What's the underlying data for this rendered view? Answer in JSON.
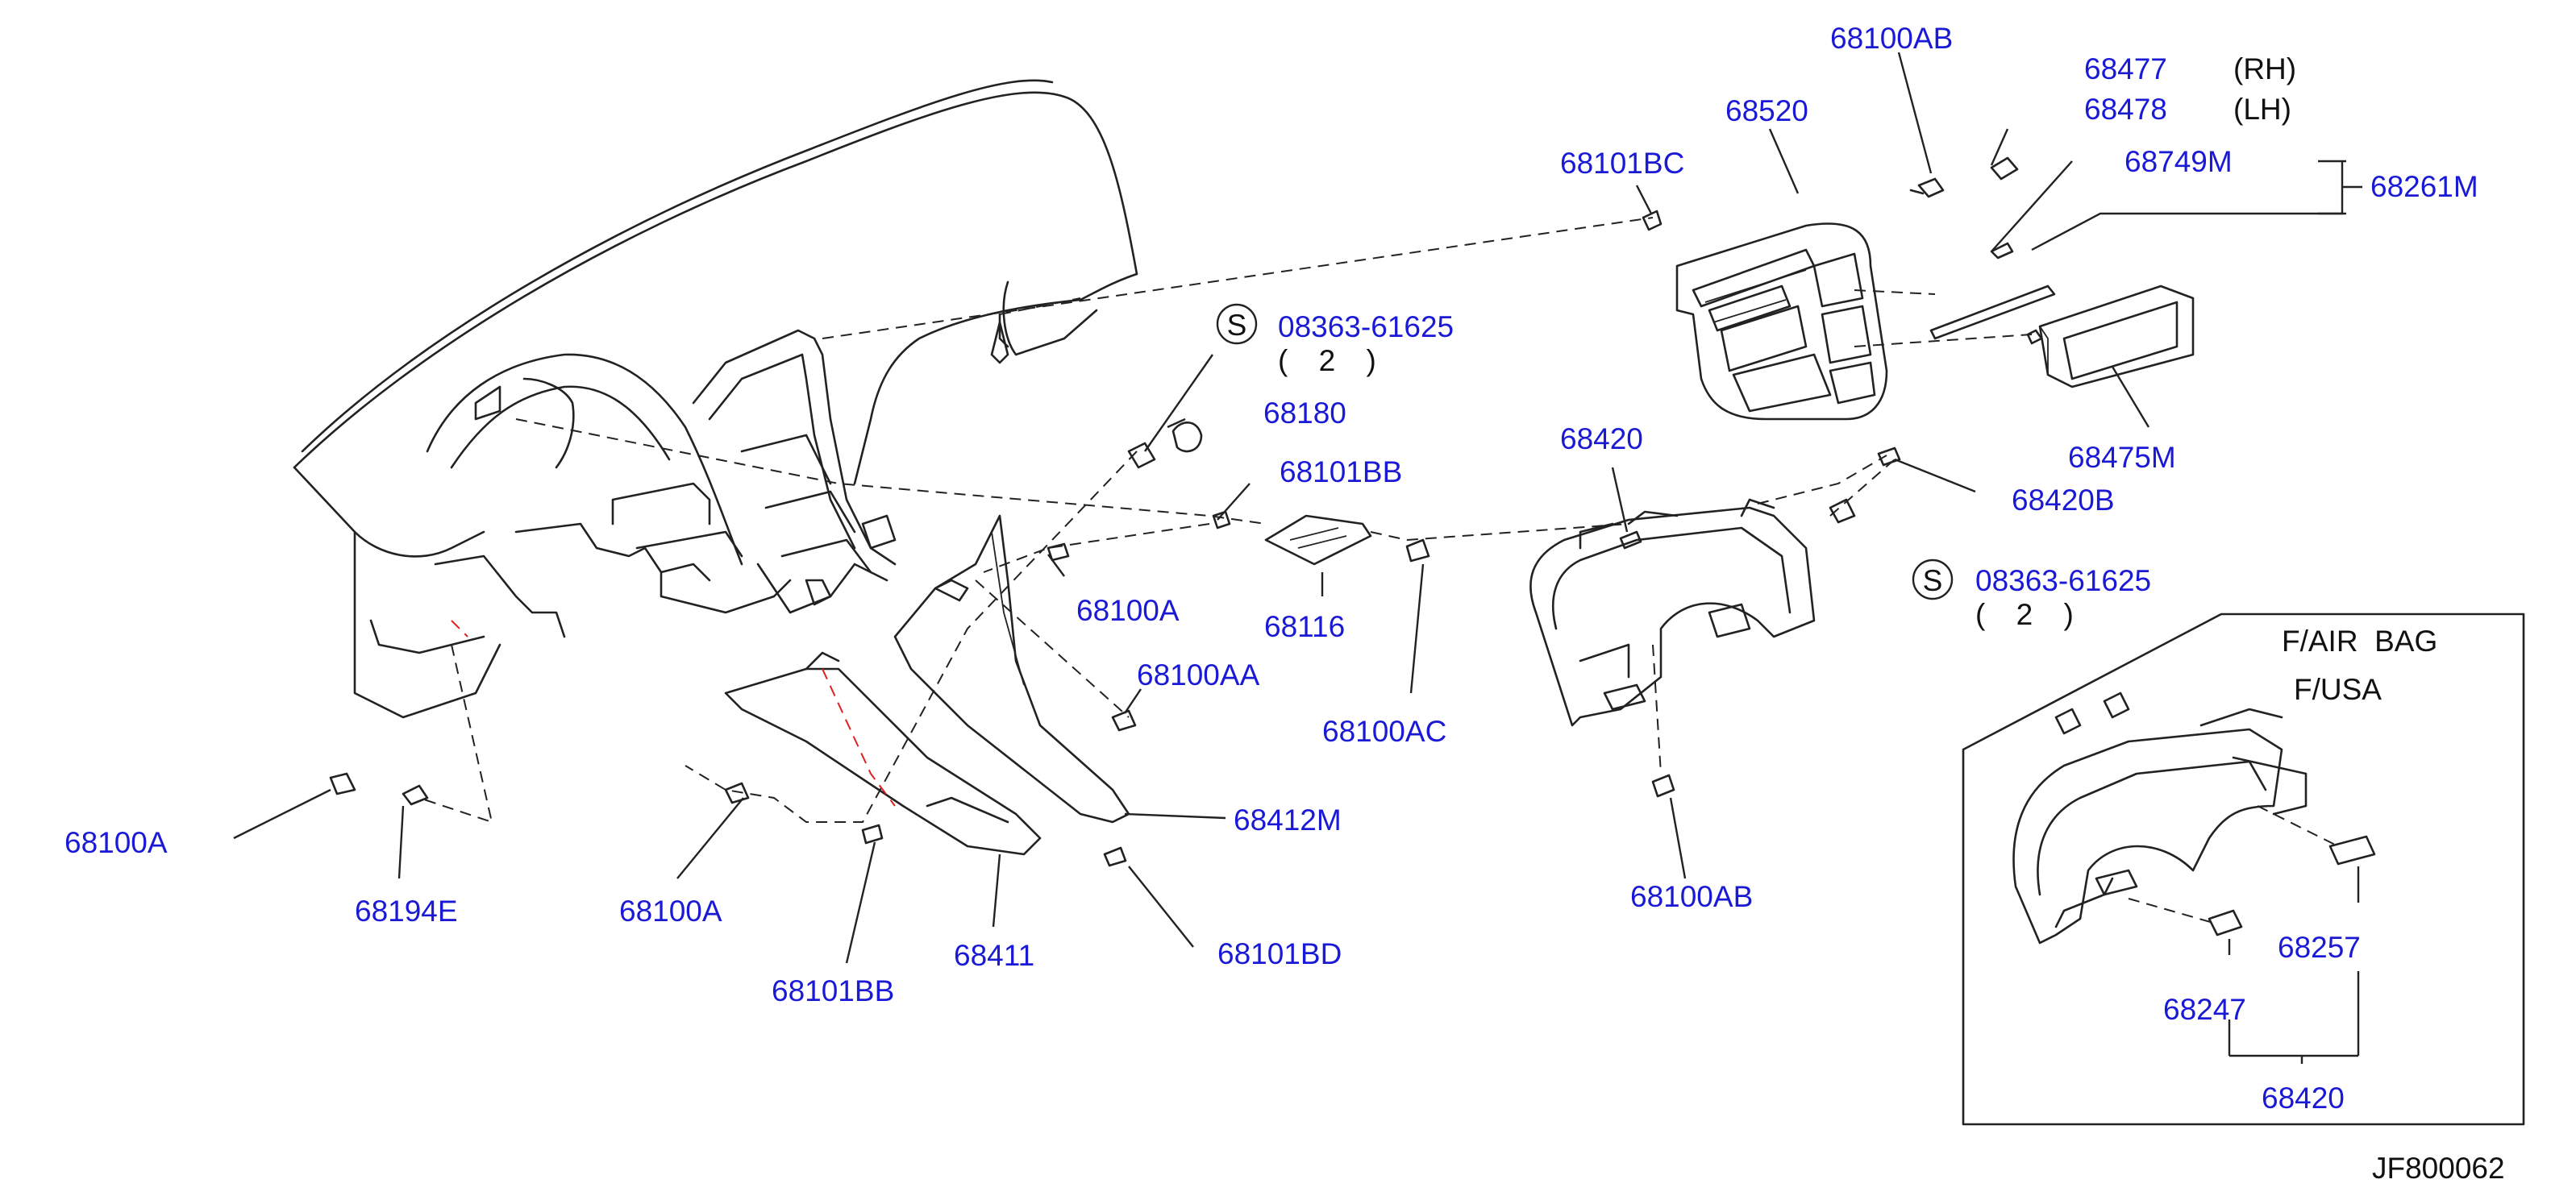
{
  "diagram_code": "JF800062",
  "inset": {
    "line1": "F/AIR  BAG",
    "line2": "F/USA"
  },
  "screw_symbol": "S",
  "labels": {
    "p68100AB_top": "68100AB",
    "p68520": "68520",
    "p68101BC": "68101BC",
    "p68477": "68477",
    "p68477_side": "(RH)",
    "p68478": "68478",
    "p68478_side": "(LH)",
    "p68749M": "68749M",
    "p68261M": "68261M",
    "p08363_upper": "08363-61625",
    "p08363_upper_qty": "( 2 )",
    "p68180": "68180",
    "p68101BB_upper": "68101BB",
    "p68420": "68420",
    "p68420B": "68420B",
    "p68475M": "68475M",
    "p08363_lower": "08363-61625",
    "p08363_lower_qty": "( 2 )",
    "p68100A_mid": "68100A",
    "p68116": "68116",
    "p68100AA": "68100AA",
    "p68100AC": "68100AC",
    "p68412M": "68412M",
    "p68100A_left": "68100A",
    "p68194E": "68194E",
    "p68100A_lower": "68100A",
    "p68411": "68411",
    "p68101BB_lower": "68101BB",
    "p68101BD": "68101BD",
    "p68100AB_bottom": "68100AB",
    "p68257": "68257",
    "p68247": "68247",
    "p68420_inset": "68420"
  },
  "icons": [
    "screw-symbol-icon"
  ],
  "colors": {
    "label": "#1a1ad6",
    "line": "#222222",
    "guide": "#e02020"
  }
}
